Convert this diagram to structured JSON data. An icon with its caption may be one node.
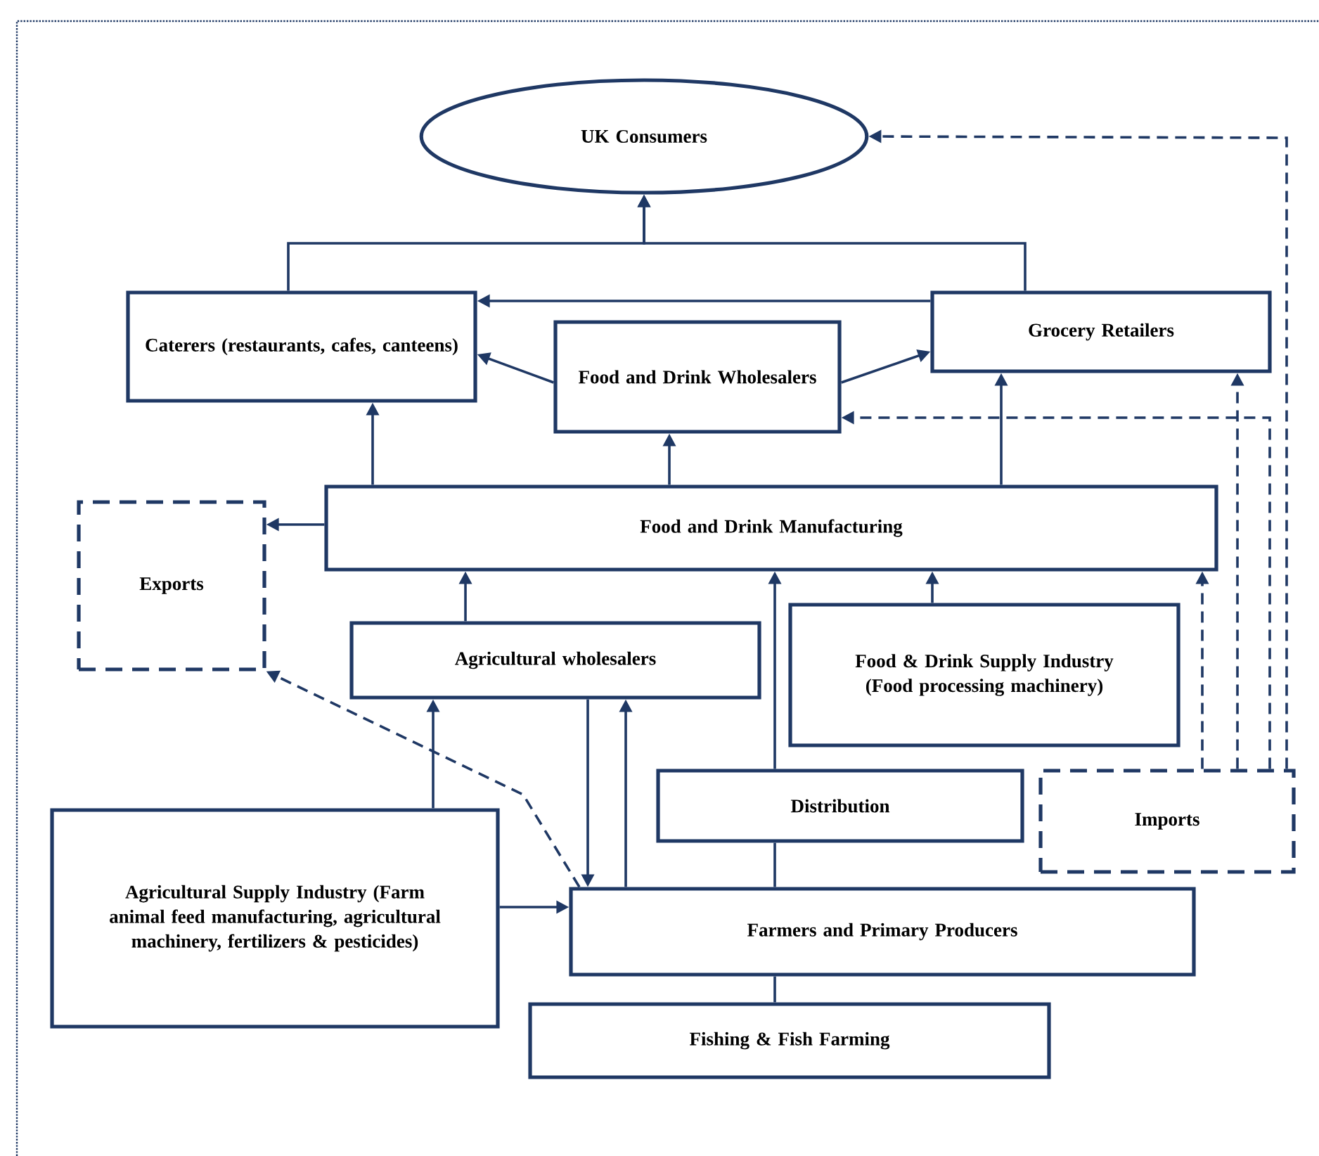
{
  "diagram": {
    "nodes": [
      {
        "text": [
          "UK Consumers"
        ]
      },
      {
        "text": [
          "Caterers (restaurants, cafes, canteens)"
        ]
      },
      {
        "text": [
          "Food and Drink Wholesalers"
        ]
      },
      {
        "text": [
          "Grocery Retailers"
        ]
      },
      {
        "text": [
          "Food and Drink Manufacturing"
        ]
      },
      {
        "text": [
          "Exports"
        ]
      },
      {
        "text": [
          "Agricultural wholesalers"
        ]
      },
      {
        "text": [
          "Food & Drink Supply Industry (Food processing machinery)"
        ]
      },
      {
        "text": [
          "Distribution"
        ]
      },
      {
        "text": [
          "Imports"
        ]
      },
      {
        "text": [
          "Agricultural Supply Industry (Farm animal feed manufacturing, agricultural machinery, fertilizers & pesticides)"
        ]
      },
      {
        "text": [
          "Farmers and Primary Producers"
        ]
      },
      {
        "text": [
          "Fishing & Fish Farming"
        ]
      }
    ],
    "edges": [
      {
        "from": 1,
        "to": 0,
        "arrow": "to"
      },
      {
        "from": 3,
        "to": 0,
        "arrow": "to"
      },
      {
        "from": 3,
        "to": 1,
        "arrow": "to"
      },
      {
        "from": 2,
        "to": 1,
        "arrow": "to"
      },
      {
        "from": 2,
        "to": 3,
        "arrow": "to"
      },
      {
        "from": 4,
        "to": 1,
        "arrow": "to"
      },
      {
        "from": 4,
        "to": 2,
        "arrow": "to"
      },
      {
        "from": 4,
        "to": 3,
        "arrow": "to"
      },
      {
        "from": 4,
        "to": 5,
        "arrow": "to"
      },
      {
        "from": 6,
        "to": 4,
        "arrow": "to"
      },
      {
        "from": 7,
        "to": 4,
        "arrow": "to"
      },
      {
        "from": 8,
        "to": 4,
        "arrow": "to"
      },
      {
        "from": 9,
        "to": 4,
        "arrow": "to",
        "style": "dashed"
      },
      {
        "from": 9,
        "to": 3,
        "arrow": "to",
        "style": "dashed"
      },
      {
        "from": 9,
        "to": 2,
        "arrow": "to",
        "style": "dashed"
      },
      {
        "from": 9,
        "to": 0,
        "arrow": "to",
        "style": "dashed"
      },
      {
        "from": 10,
        "to": 6,
        "arrow": "to"
      },
      {
        "from": 10,
        "to": 11,
        "arrow": "to"
      },
      {
        "from": 6,
        "to": 11,
        "arrow": "to"
      },
      {
        "from": 11,
        "to": 6,
        "arrow": "to"
      },
      {
        "from": 11,
        "to": 5,
        "arrow": "to",
        "style": "dashed"
      },
      {
        "from": 11,
        "to": 8,
        "arrow": "none"
      },
      {
        "from": 12,
        "to": 11,
        "arrow": "none"
      }
    ]
  }
}
